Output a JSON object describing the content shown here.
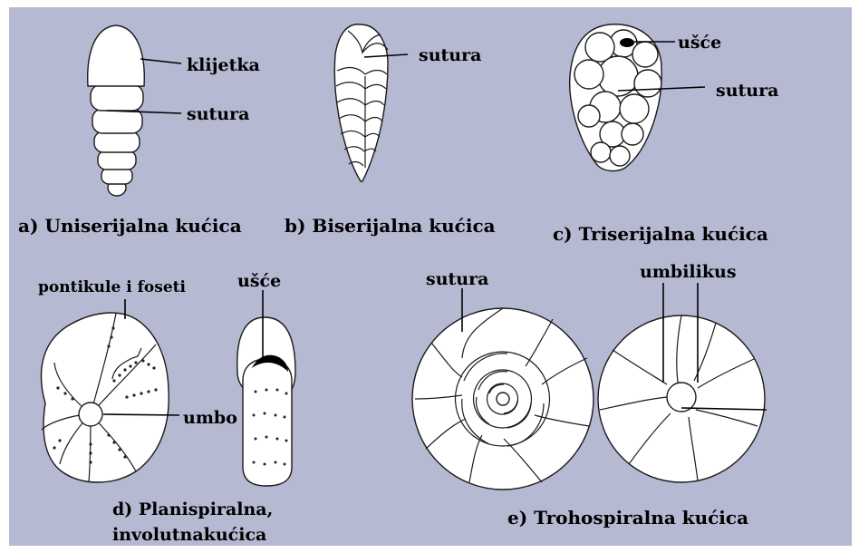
{
  "colors": {
    "background": "#b6b9d2",
    "shell": "#ffffff",
    "outline": "#1a1a1a"
  },
  "labels": {
    "klijetka": "klijetka",
    "sutura_a": "sutura",
    "sutura_b": "sutura",
    "usce_c": "ušće",
    "sutura_c": "sutura",
    "pontikule": "pontikule i foseti",
    "usce_d": "ušće",
    "umbo": "umbo",
    "sutura_e": "sutura",
    "umbilikus": "umbilikus"
  },
  "captions": {
    "a": "a) Uniserijalna kućica",
    "b": "b) Biserijalna kućica",
    "c": "c) Triserijalna kućica",
    "d_line1": "d) Planispiralna,",
    "d_line2": "involutnakućica",
    "e": "e) Trohospiralna kućica"
  }
}
